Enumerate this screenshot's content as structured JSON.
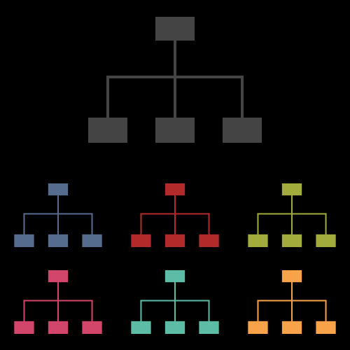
{
  "icons": [
    {
      "id": "chart-large",
      "color": "#444444",
      "icon": "org-chart-icon"
    },
    {
      "id": "chart-blue",
      "color": "#566c8e",
      "icon": "org-chart-icon"
    },
    {
      "id": "chart-red",
      "color": "#b22a2a",
      "icon": "org-chart-icon"
    },
    {
      "id": "chart-olive",
      "color": "#a2ac3c",
      "icon": "org-chart-icon"
    },
    {
      "id": "chart-pink",
      "color": "#d1466a",
      "icon": "org-chart-icon"
    },
    {
      "id": "chart-teal",
      "color": "#5cbca6",
      "icon": "org-chart-icon"
    },
    {
      "id": "chart-orange",
      "color": "#f8a24a",
      "icon": "org-chart-icon"
    }
  ]
}
